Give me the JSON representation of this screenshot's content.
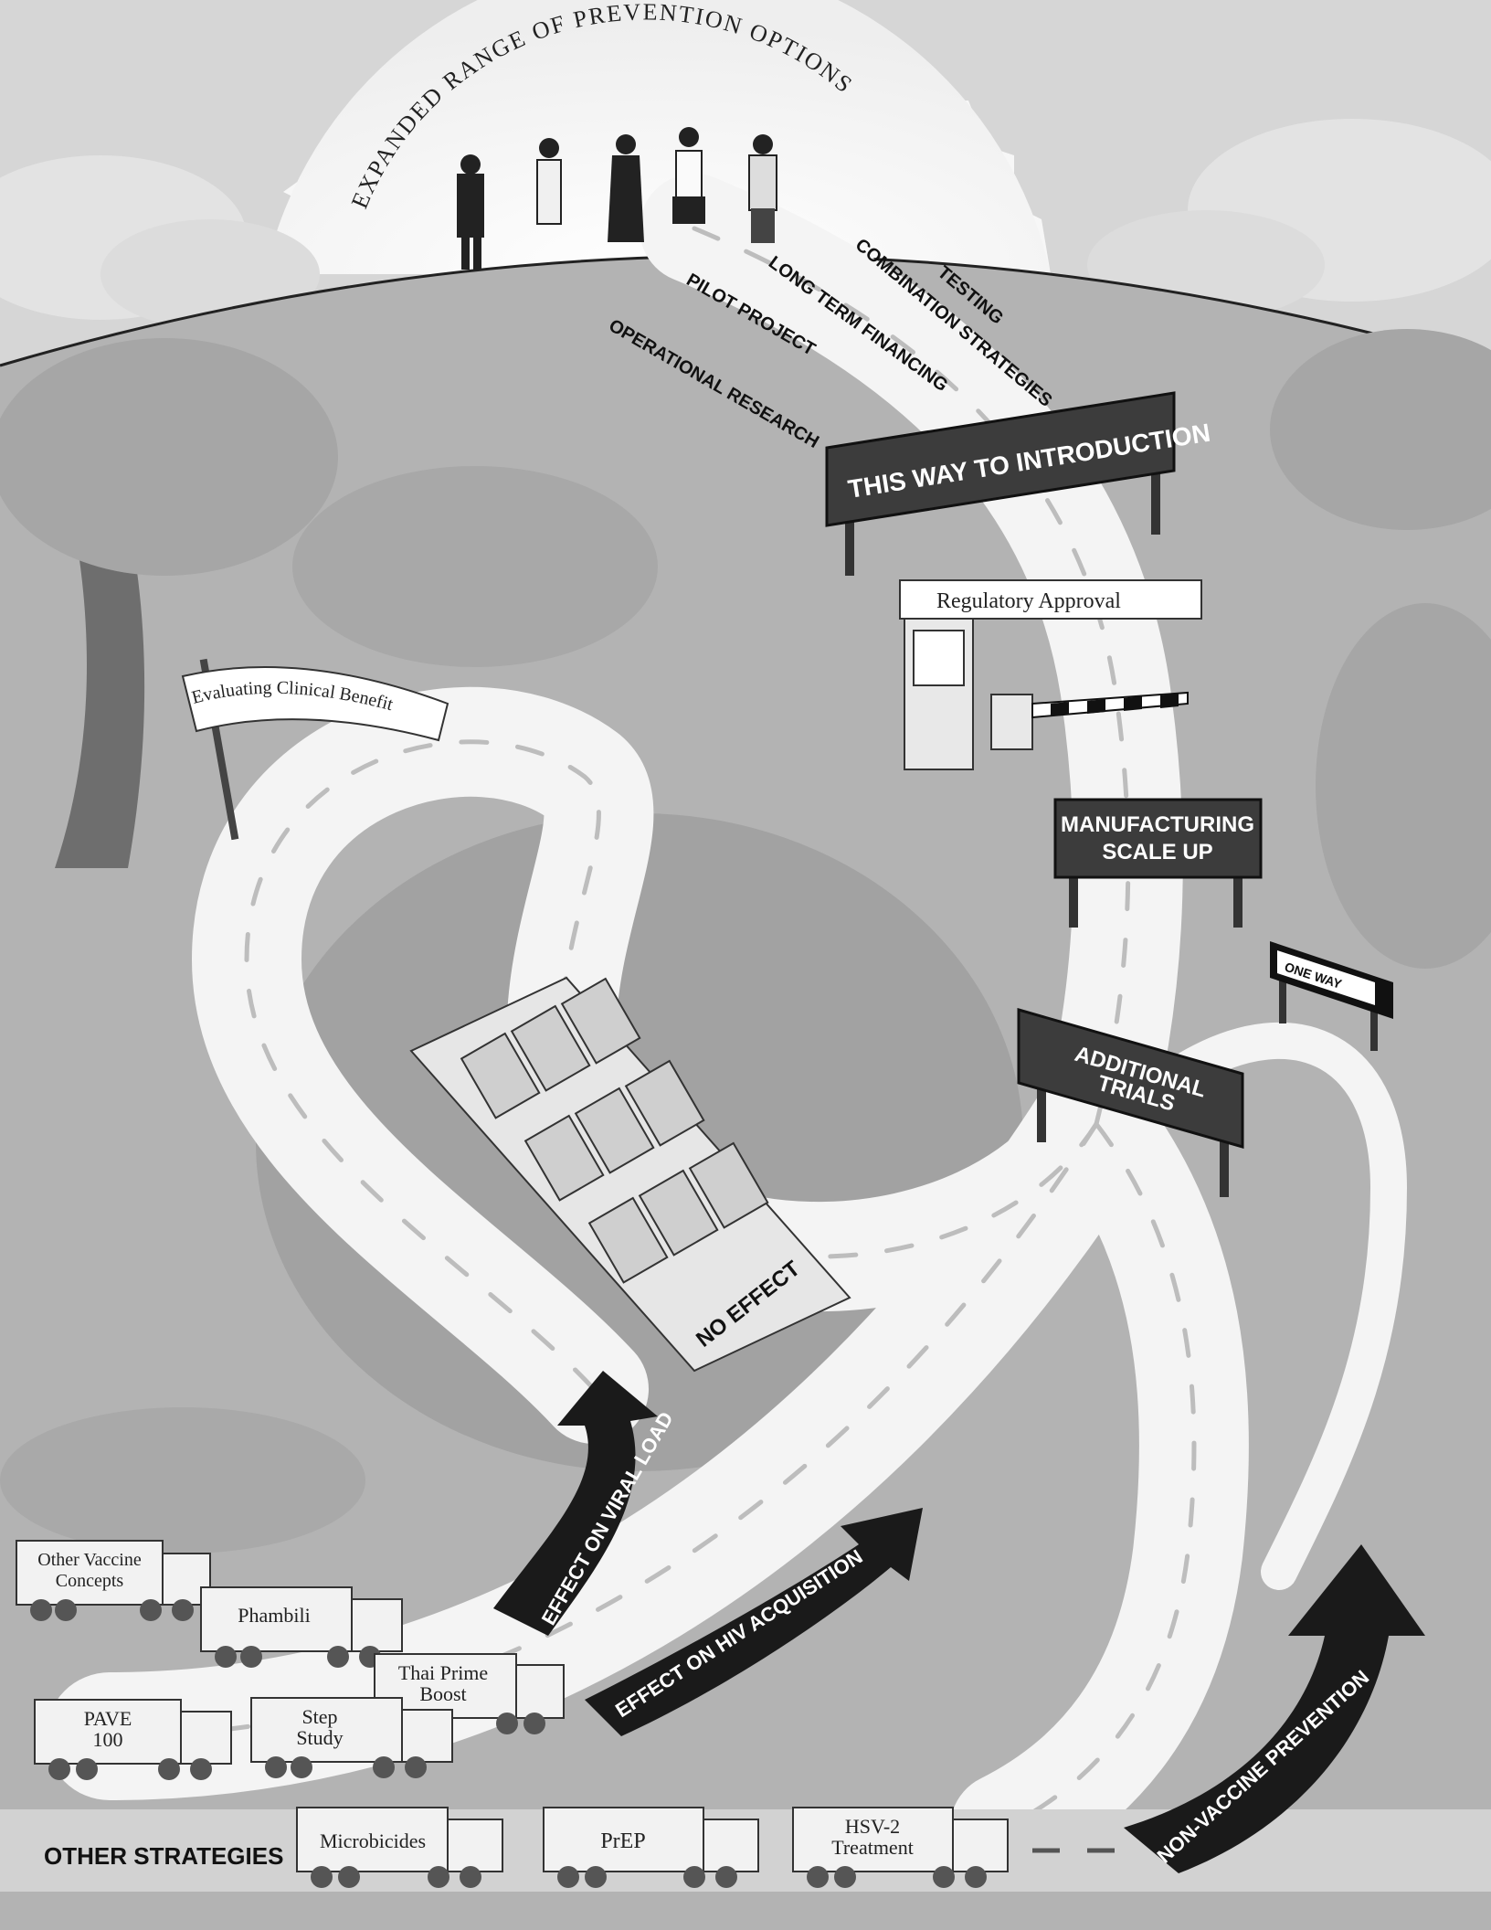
{
  "title": "EXPANDED RANGE OF PREVENTION OPTIONS",
  "road_labels": [
    "TESTING",
    "COMBINATION STRATEGIES",
    "LONG TERM FINANCING",
    "PILOT PROJECT",
    "OPERATIONAL RESEARCH"
  ],
  "signs": {
    "introduction": "THIS WAY TO INTRODUCTION",
    "regulatory": "Regulatory Approval",
    "manufacturing_1": "MANUFACTURING",
    "manufacturing_2": "SCALE UP",
    "additional_1": "ADDITIONAL",
    "additional_2": "TRIALS",
    "one_way": "ONE WAY",
    "flag": "Evaluating Clinical Benefit",
    "no_effect": "NO EFFECT"
  },
  "arrows": {
    "viral_load": "EFFECT ON VIRAL LOAD",
    "hiv_acquisition": "EFFECT ON HIV ACQUISITION",
    "non_vaccine": "NON-VACCINE PREVENTION"
  },
  "other_strategies": "OTHER STRATEGIES",
  "trucks": {
    "other_vaccine_1": "Other Vaccine",
    "other_vaccine_2": "Concepts",
    "phambili": "Phambili",
    "thai_1": "Thai Prime",
    "thai_2": "Boost",
    "pave_1": "PAVE",
    "pave_2": "100",
    "step_1": "Step",
    "step_2": "Study",
    "microbicides": "Microbicides",
    "prep": "PrEP",
    "hsv_1": "HSV-2",
    "hsv_2": "Treatment"
  },
  "colors": {
    "sky": "#d6d6d6",
    "ground": "#b3b3b3",
    "road": "#f4f4f4",
    "sign": "#3c3c3c",
    "arrow": "#1a1a1a"
  }
}
